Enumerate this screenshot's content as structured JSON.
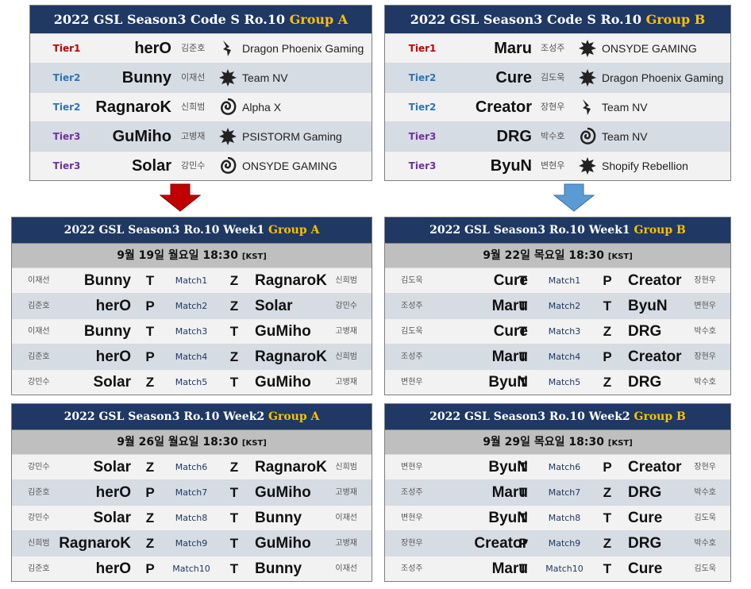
{
  "colors": {
    "header_bg": "#1f3864",
    "group_letter": "#ffc000",
    "tier1": "#c00000",
    "tier2": "#2e75b6",
    "tier3": "#7030a0",
    "row_alt": "#d6dce4",
    "date_bg": "#bfbfbf"
  },
  "groups": [
    {
      "title_prefix": "2022 GSL Season3 Code S Ro.10 ",
      "title_group": "Group A",
      "players": [
        {
          "tier": "Tier1",
          "tier_color": "#c00000",
          "name": "herO",
          "korean": "김준호",
          "race_icon": "protoss-icon",
          "team": "Dragon Phoenix Gaming"
        },
        {
          "tier": "Tier2",
          "tier_color": "#2e75b6",
          "name": "Bunny",
          "korean": "이재선",
          "race_icon": "terran-icon",
          "team": "Team NV"
        },
        {
          "tier": "Tier2",
          "tier_color": "#2e75b6",
          "name": "RagnaroK",
          "korean": "신희범",
          "race_icon": "zerg-icon",
          "team": "Alpha X"
        },
        {
          "tier": "Tier3",
          "tier_color": "#7030a0",
          "name": "GuMiho",
          "korean": "고병재",
          "race_icon": "terran-icon",
          "team": "PSISTORM Gaming"
        },
        {
          "tier": "Tier3",
          "tier_color": "#7030a0",
          "name": "Solar",
          "korean": "강민수",
          "race_icon": "zerg-icon",
          "team": "ONSYDE GAMING"
        }
      ]
    },
    {
      "title_prefix": "2022 GSL Season3 Code S Ro.10 ",
      "title_group": "Group B",
      "players": [
        {
          "tier": "Tier1",
          "tier_color": "#c00000",
          "name": "Maru",
          "korean": "조성주",
          "race_icon": "terran-icon",
          "team": "ONSYDE GAMING"
        },
        {
          "tier": "Tier2",
          "tier_color": "#2e75b6",
          "name": "Cure",
          "korean": "김도욱",
          "race_icon": "terran-icon",
          "team": "Dragon Phoenix Gaming"
        },
        {
          "tier": "Tier2",
          "tier_color": "#2e75b6",
          "name": "Creator",
          "korean": "장현우",
          "race_icon": "protoss-icon",
          "team": "Team NV"
        },
        {
          "tier": "Tier3",
          "tier_color": "#7030a0",
          "name": "DRG",
          "korean": "박수호",
          "race_icon": "zerg-icon",
          "team": "Team NV"
        },
        {
          "tier": "Tier3",
          "tier_color": "#7030a0",
          "name": "ByuN",
          "korean": "변현우",
          "race_icon": "terran-icon",
          "team": "Shopify Rebellion"
        }
      ]
    }
  ],
  "arrows": [
    {
      "color": "#c00000",
      "icon": "down-arrow-icon"
    },
    {
      "color": "#5b9bd5",
      "icon": "down-arrow-icon"
    }
  ],
  "schedules": [
    {
      "title_prefix": "2022 GSL Season3 Ro.10 Week1 ",
      "title_group": "Group A",
      "date": "9월 19일 월요일 18:30 ",
      "kst": "[KST]",
      "matches": [
        {
          "k1": "이재선",
          "p1": "Bunny",
          "r1": "T",
          "match": "Match1",
          "r2": "Z",
          "p2": "RagnaroK",
          "k2": "신희범"
        },
        {
          "k1": "김준호",
          "p1": "herO",
          "r1": "P",
          "match": "Match2",
          "r2": "Z",
          "p2": "Solar",
          "k2": "강민수"
        },
        {
          "k1": "이재선",
          "p1": "Bunny",
          "r1": "T",
          "match": "Match3",
          "r2": "T",
          "p2": "GuMiho",
          "k2": "고병재"
        },
        {
          "k1": "김준호",
          "p1": "herO",
          "r1": "P",
          "match": "Match4",
          "r2": "Z",
          "p2": "RagnaroK",
          "k2": "신희범"
        },
        {
          "k1": "강민수",
          "p1": "Solar",
          "r1": "Z",
          "match": "Match5",
          "r2": "T",
          "p2": "GuMiho",
          "k2": "고병재"
        }
      ]
    },
    {
      "title_prefix": "2022 GSL Season3 Ro.10 Week1 ",
      "title_group": "Group B",
      "date": "9월 22일 목요일 18:30 ",
      "kst": "[KST]",
      "matches": [
        {
          "k1": "김도욱",
          "p1": "Cure",
          "r1": "T",
          "match": "Match1",
          "r2": "P",
          "p2": "Creator",
          "k2": "장현우"
        },
        {
          "k1": "조성주",
          "p1": "Maru",
          "r1": "T",
          "match": "Match2",
          "r2": "T",
          "p2": "ByuN",
          "k2": "변현우"
        },
        {
          "k1": "김도욱",
          "p1": "Cure",
          "r1": "T",
          "match": "Match3",
          "r2": "Z",
          "p2": "DRG",
          "k2": "박수호"
        },
        {
          "k1": "조성주",
          "p1": "Maru",
          "r1": "T",
          "match": "Match4",
          "r2": "P",
          "p2": "Creator",
          "k2": "장현우"
        },
        {
          "k1": "변현우",
          "p1": "ByuN",
          "r1": "T",
          "match": "Match5",
          "r2": "Z",
          "p2": "DRG",
          "k2": "박수호"
        }
      ]
    },
    {
      "title_prefix": "2022 GSL Season3 Ro.10 Week2 ",
      "title_group": "Group A",
      "date": "9월 26일 월요일 18:30 ",
      "kst": "[KST]",
      "matches": [
        {
          "k1": "강민수",
          "p1": "Solar",
          "r1": "Z",
          "match": "Match6",
          "r2": "Z",
          "p2": "RagnaroK",
          "k2": "신희범"
        },
        {
          "k1": "김준호",
          "p1": "herO",
          "r1": "P",
          "match": "Match7",
          "r2": "T",
          "p2": "GuMiho",
          "k2": "고병재"
        },
        {
          "k1": "강민수",
          "p1": "Solar",
          "r1": "Z",
          "match": "Match8",
          "r2": "T",
          "p2": "Bunny",
          "k2": "이재선"
        },
        {
          "k1": "신희범",
          "p1": "RagnaroK",
          "r1": "Z",
          "match": "Match9",
          "r2": "T",
          "p2": "GuMiho",
          "k2": "고병재"
        },
        {
          "k1": "김준호",
          "p1": "herO",
          "r1": "P",
          "match": "Match10",
          "r2": "T",
          "p2": "Bunny",
          "k2": "이재선"
        }
      ]
    },
    {
      "title_prefix": "2022 GSL Season3 Ro.10 Week2 ",
      "title_group": "Group B",
      "date": "9월 29일 목요일 18:30 ",
      "kst": "[KST]",
      "matches": [
        {
          "k1": "변현우",
          "p1": "ByuN",
          "r1": "T",
          "match": "Match6",
          "r2": "P",
          "p2": "Creator",
          "k2": "장현우"
        },
        {
          "k1": "조성주",
          "p1": "Maru",
          "r1": "T",
          "match": "Match7",
          "r2": "Z",
          "p2": "DRG",
          "k2": "박수호"
        },
        {
          "k1": "변현우",
          "p1": "ByuN",
          "r1": "T",
          "match": "Match8",
          "r2": "T",
          "p2": "Cure",
          "k2": "김도욱"
        },
        {
          "k1": "장현우",
          "p1": "Creator",
          "r1": "P",
          "match": "Match9",
          "r2": "Z",
          "p2": "DRG",
          "k2": "박수호"
        },
        {
          "k1": "조성주",
          "p1": "Maru",
          "r1": "T",
          "match": "Match10",
          "r2": "T",
          "p2": "Cure",
          "k2": "김도욱"
        }
      ]
    }
  ]
}
